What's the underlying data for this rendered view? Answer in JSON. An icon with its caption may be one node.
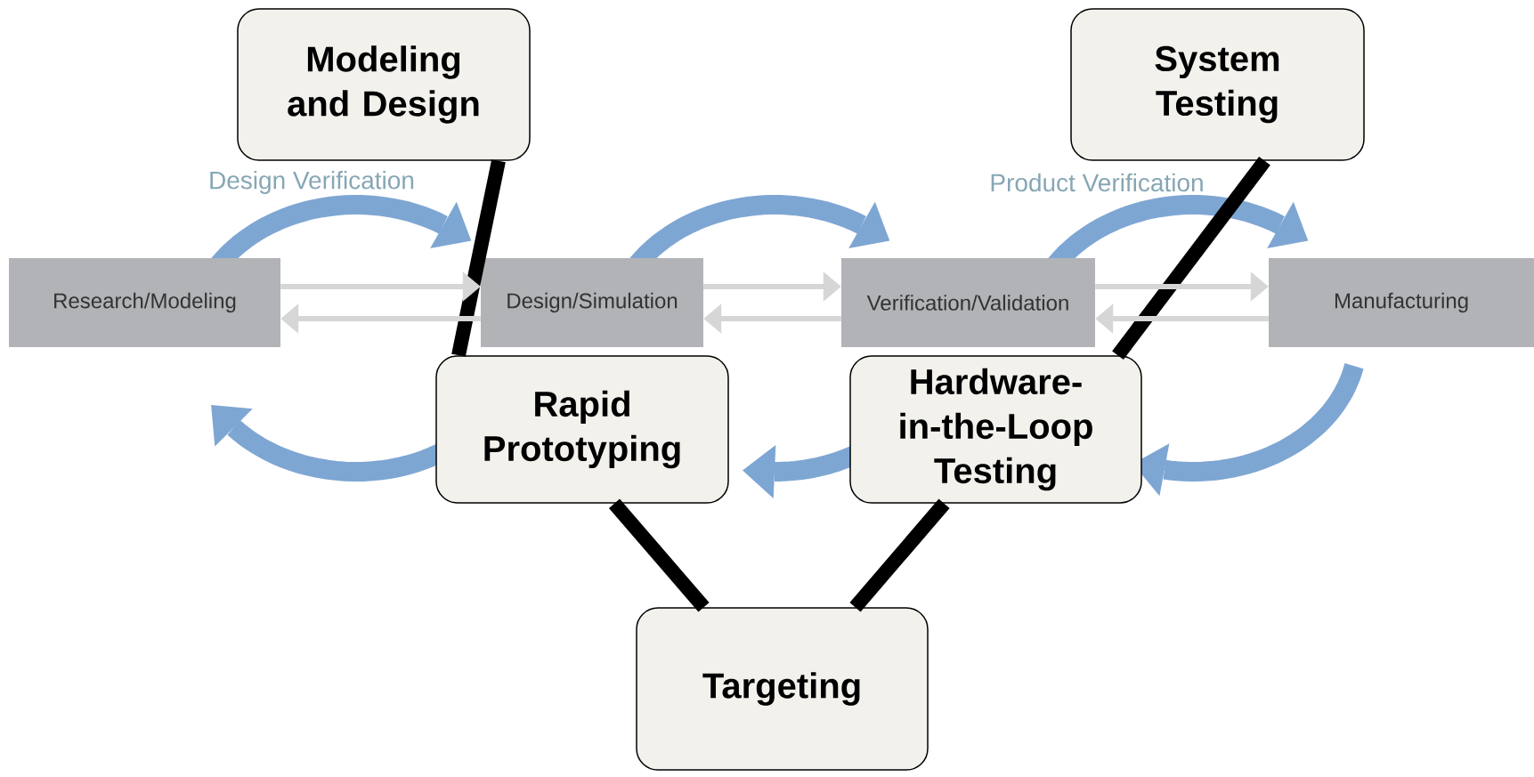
{
  "diagram": {
    "nodes": [
      {
        "text": [
          "Modeling and Design"
        ]
      },
      {
        "text": [
          "System Testing"
        ]
      },
      {
        "text": [
          "Research/Modeling"
        ]
      },
      {
        "text": [
          "Design/Simulation"
        ]
      },
      {
        "text": [
          "Rapid Prototyping"
        ]
      },
      {
        "text": [
          "Verification/Validation"
        ]
      },
      {
        "text": [
          "Hardware-in-the-Loop Testing"
        ]
      },
      {
        "text": [
          "Manufacturing"
        ]
      },
      {
        "text": [
          "Targeting"
        ]
      }
    ],
    "edges": [
      {
        "from": 0,
        "to": 4,
        "arrow": "none",
        "style": "thick",
        "color": "#000000"
      },
      {
        "from": 1,
        "to": 6,
        "arrow": "none",
        "style": "thick",
        "color": "#000000"
      },
      {
        "from": 4,
        "to": 8,
        "arrow": "none",
        "style": "thick",
        "color": "#000000"
      },
      {
        "from": 6,
        "to": 8,
        "arrow": "none",
        "style": "thick",
        "color": "#000000"
      },
      {
        "from": 2,
        "to": 3,
        "arrow": "to"
      },
      {
        "from": 3,
        "to": 2,
        "arrow": "to"
      },
      {
        "from": 3,
        "to": 5,
        "arrow": "to"
      },
      {
        "from": 5,
        "to": 3,
        "arrow": "to"
      },
      {
        "from": 5,
        "to": 7,
        "arrow": "to"
      },
      {
        "from": 7,
        "to": 5,
        "arrow": "to"
      }
    ],
    "labels": [
      "Design Verification",
      "Product Verification"
    ]
  }
}
